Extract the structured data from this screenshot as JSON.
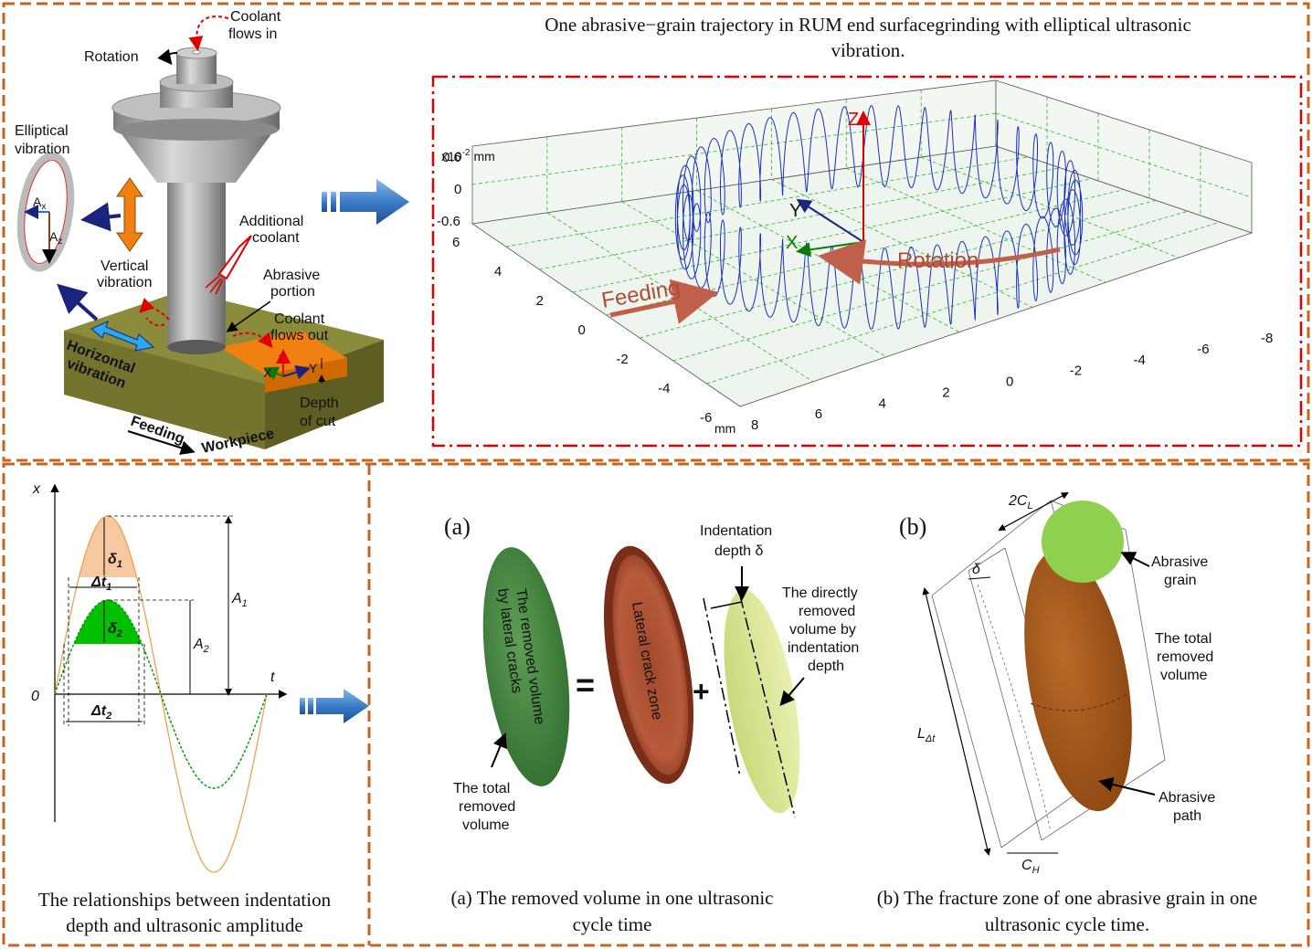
{
  "top": {
    "title_line1": "One abrasive−grain trajectory in RUM end surfacegrinding with elliptical ultrasonic",
    "title_line2": "vibration.",
    "machine_labels": {
      "coolant_in_1": "Coolant",
      "coolant_in_2": "flows in",
      "rotation": "Rotation",
      "elliptical_1": "Elliptical",
      "elliptical_2": "vibration",
      "ax": "A",
      "ax_sub": "x",
      "az": "A",
      "az_sub": "z",
      "additional_1": "Additional",
      "additional_2": "coolant",
      "vertical_1": "Vertical",
      "vertical_2": "vibration",
      "abrasive_1": "Abrasive",
      "abrasive_2": "portion",
      "coolant_out_1": "Coolant",
      "coolant_out_2": "flows out",
      "horizontal_1": "Horizontal",
      "horizontal_2": "vibration",
      "depth_1": "Depth",
      "depth_2": "of cut",
      "feeding": "Feeding",
      "workpiece": "Workpiece",
      "axis_z": "Z",
      "axis_x": "X",
      "axis_y": "Y"
    },
    "plot": {
      "z_ticks": [
        "0.6",
        "0",
        "-0.6"
      ],
      "z_unit": "x10",
      "z_unit_exp": "-2",
      "z_unit_mm": "mm",
      "left_ticks": [
        "6",
        "4",
        "2",
        "0",
        "-2",
        "-4",
        "-6"
      ],
      "left_unit": "mm",
      "bottom_ticks": [
        "8",
        "6",
        "4",
        "2",
        "0",
        "-2",
        "-4",
        "-6",
        "-8"
      ],
      "axis_z": "Z",
      "axis_y": "Y",
      "axis_x": "X",
      "rotation": "Rotation",
      "feeding": "Feeding"
    }
  },
  "bottom_left": {
    "x_axis": "x",
    "t_axis": "t",
    "origin": "0",
    "delta1": "δ",
    "delta1_sub": "1",
    "delta2": "δ",
    "delta2_sub": "2",
    "dt1": "Δt",
    "dt1_sub": "1",
    "dt2": "Δt",
    "dt2_sub": "2",
    "a1": "A",
    "a1_sub": "1",
    "a2": "A",
    "a2_sub": "2",
    "caption_1": "The relationships between  indentation",
    "caption_2": "depth and ultrasonic amplitude"
  },
  "panel_a": {
    "tag": "(a)",
    "green_1": "The removed volume",
    "green_2": "by lateral cracks",
    "equals": "=",
    "plus": "+",
    "crack_zone": "Lateral crack zone",
    "indent_1": "Indentation",
    "indent_2": "depth δ",
    "direct_1": "The directly",
    "direct_2": "removed",
    "direct_3": "volume by",
    "direct_4": "indentation",
    "direct_5": "depth",
    "total_1": "The total",
    "total_2": "removed",
    "total_3": "volume",
    "caption_1": "(a) The removed volume in one ultrasonic",
    "caption_2": "cycle time"
  },
  "panel_b": {
    "tag": "(b)",
    "cl": "2C",
    "cl_sub": "L",
    "delta": "δ",
    "grain_1": "Abrasive",
    "grain_2": "grain",
    "total_1": "The total",
    "total_2": "removed",
    "total_3": "volume",
    "ldt": "L",
    "ldt_sub": "Δt",
    "path_1": "Abrasive",
    "path_2": "path",
    "ch": "C",
    "ch_sub": "H",
    "caption_1": "(b) The fracture zone of one abrasive grain in one",
    "caption_2": "ultrasonic cycle time."
  },
  "colors": {
    "frame": "#c8641e",
    "red_box": "#e00000",
    "blue_arrow": "#3a7cc8",
    "coil": "#1a2fbf",
    "green_grain": "#8fd14f",
    "brown_volume": "#9a5218",
    "orange_fill": "#f7c9a0",
    "green_fill": "#00c000"
  }
}
